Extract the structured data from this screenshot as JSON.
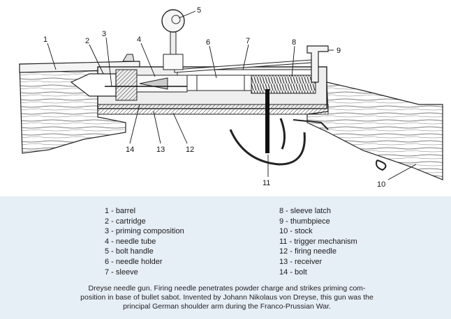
{
  "diagram": {
    "callouts": [
      "1",
      "2",
      "3",
      "4",
      "5",
      "6",
      "7",
      "8",
      "9",
      "10",
      "11",
      "12",
      "13",
      "14"
    ]
  },
  "legend": {
    "left": [
      "1 - barrel",
      "2 - cartridge",
      "3 - priming composition",
      "4 - needle tube",
      "5 - bolt handle",
      "6 - needle holder",
      "7 - sleeve"
    ],
    "right": [
      "8 - sleeve latch",
      "9 - thumbpiece",
      "10 - stock",
      "11 - trigger mechanism",
      "12 - firing needle",
      "13 - receiver",
      "14 - bolt"
    ]
  },
  "caption": {
    "line1": "Dreyse needle gun. Firing needle penetrates powder charge and strikes priming com-",
    "line2": "position in base of bullet sabot. Invented by Johann Nikolaus von Dreyse, this gun was the",
    "line3": "principal German shoulder arm during the Franco-Prussian War."
  }
}
